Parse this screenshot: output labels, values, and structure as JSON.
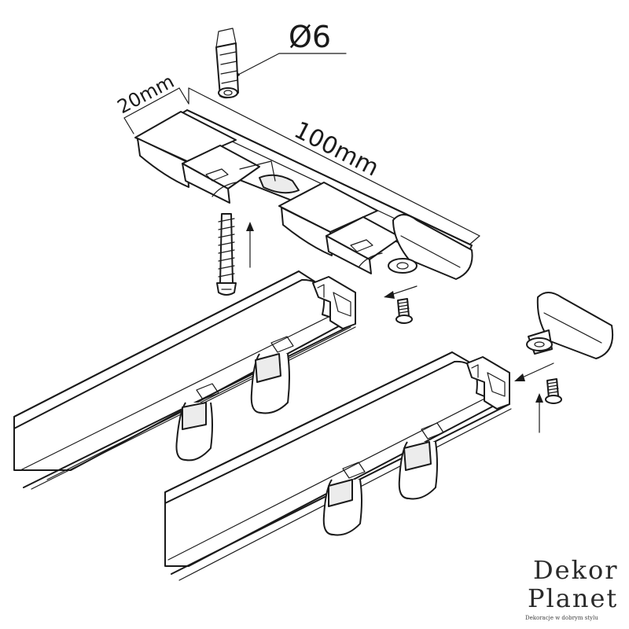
{
  "dimensions": {
    "dowel_diameter": "Ø6",
    "depth": "20mm",
    "length": "100mm"
  },
  "brand": {
    "line1": "Dekor",
    "line2": "Planet",
    "tagline": "Dekoracje w dobrym stylu"
  }
}
